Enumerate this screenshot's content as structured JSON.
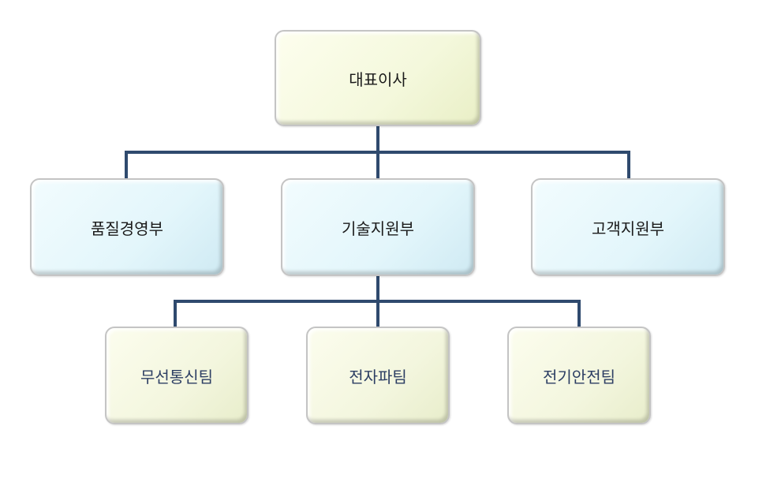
{
  "ceo": {
    "label": "대표이사"
  },
  "departments": [
    {
      "label": "품질경영부"
    },
    {
      "label": "기술지원부"
    },
    {
      "label": "고객지원부"
    }
  ],
  "teams": [
    {
      "label": "무선통신팀"
    },
    {
      "label": "전자파팀"
    },
    {
      "label": "전기안전팀"
    }
  ],
  "colors": {
    "connector": "#2f4a6e",
    "top_box": "#f4f8dc",
    "dept_box": "#e3f6fb",
    "team_box": "#f3f6de",
    "team_text": "#2c3e63"
  }
}
